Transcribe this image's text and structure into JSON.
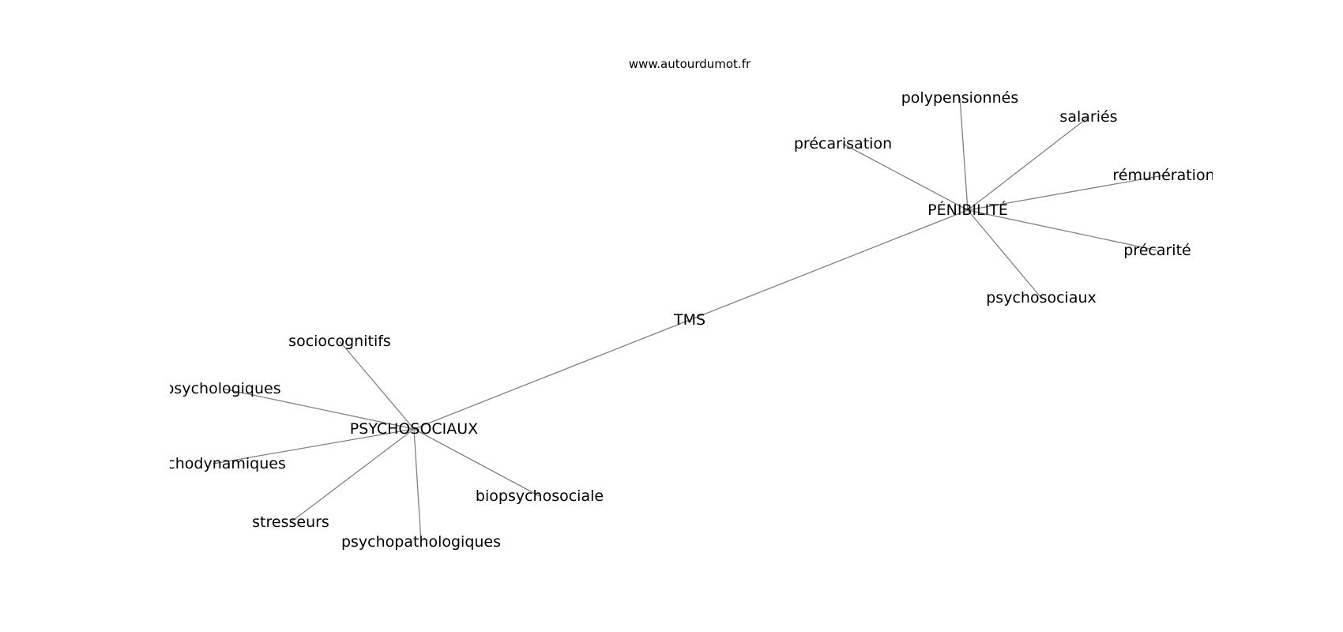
{
  "source": "www.autourdumot.fr",
  "graph": {
    "nodes": [
      {
        "id": "tms",
        "label": "TMS"
      },
      {
        "id": "penibilite",
        "label": "PÉNIBILITÉ"
      },
      {
        "id": "psychosociaux_hub",
        "label": "PSYCHOSOCIAUX"
      },
      {
        "id": "polypensionnes",
        "label": "polypensionnés"
      },
      {
        "id": "salaries",
        "label": "salariés"
      },
      {
        "id": "precarisation",
        "label": "précarisation"
      },
      {
        "id": "remuneration",
        "label": "rémunération"
      },
      {
        "id": "precarite",
        "label": "précarité"
      },
      {
        "id": "psychosociaux",
        "label": "psychosociaux"
      },
      {
        "id": "sociocognitifs",
        "label": "sociocognitifs"
      },
      {
        "id": "psychologiques",
        "label": "psychologiques"
      },
      {
        "id": "psychodynamiques",
        "label": "psychodynamiques"
      },
      {
        "id": "stresseurs",
        "label": "stresseurs"
      },
      {
        "id": "psychopathologiques",
        "label": "psychopathologiques"
      },
      {
        "id": "biopsychosociale",
        "label": "biopsychosociale"
      }
    ],
    "edges": [
      [
        "tms",
        "penibilite"
      ],
      [
        "tms",
        "psychosociaux_hub"
      ],
      [
        "penibilite",
        "polypensionnes"
      ],
      [
        "penibilite",
        "salaries"
      ],
      [
        "penibilite",
        "precarisation"
      ],
      [
        "penibilite",
        "remuneration"
      ],
      [
        "penibilite",
        "precarite"
      ],
      [
        "penibilite",
        "psychosociaux"
      ],
      [
        "psychosociaux_hub",
        "sociocognitifs"
      ],
      [
        "psychosociaux_hub",
        "psychologiques"
      ],
      [
        "psychosociaux_hub",
        "psychodynamiques"
      ],
      [
        "psychosociaux_hub",
        "stresseurs"
      ],
      [
        "psychosociaux_hub",
        "psychopathologiques"
      ],
      [
        "psychosociaux_hub",
        "biopsychosociale"
      ]
    ]
  }
}
